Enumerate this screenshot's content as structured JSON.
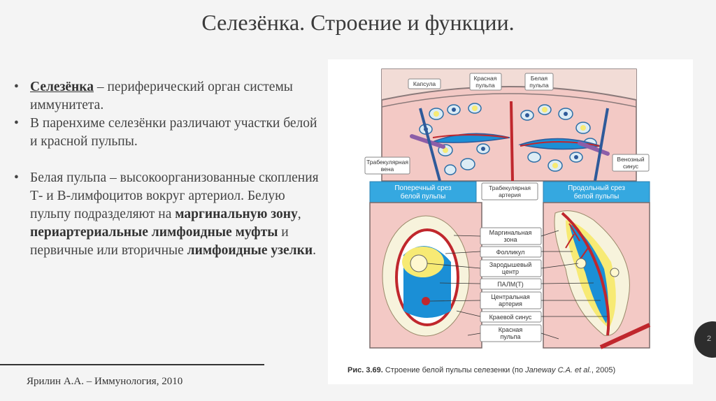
{
  "title": "Селезёнка. Строение и функции.",
  "bullets": {
    "b1_term": "Селезёнка",
    "b1_rest": " – периферический орган системы иммунитета.",
    "b2": "В паренхиме селезёнки различают участки белой и красной пульпы.",
    "b3_a": "Белая пульпа – высокоорганизованные скопления Т- и В-лимфоцитов вокруг артериол. Белую пульпу подразделяют на ",
    "b3_b1": "маргинальную зону",
    "b3_c": ", ",
    "b3_b2": "периартериальные лимфоидные муфты",
    "b3_d": " и первичные или вторичные ",
    "b3_b3": "лимфоидные узелки",
    "b3_e": "."
  },
  "reference": "Ярилин А.А. – Иммунология, 2010",
  "page_number": "2",
  "figure": {
    "labels": {
      "capsule": "Капсула",
      "red_pulp_1": "Красная",
      "red_pulp_2": "пульпа",
      "white_pulp_1": "Белая",
      "white_pulp_2": "пульпа",
      "trab_vein_1": "Трабекулярная",
      "trab_vein_2": "вена",
      "venous_sinus_1": "Венозный",
      "venous_sinus_2": "синус",
      "trab_artery_1": "Трабекулярная",
      "trab_artery_2": "артерия",
      "cross_1": "Поперечный срез",
      "cross_2": "белой пульпы",
      "long_1": "Продольный срез",
      "long_2": "белой пульпы",
      "marginal_1": "Маргинальная",
      "marginal_2": "зона",
      "follicle": "Фолликул",
      "germinal_1": "Зародышевый",
      "germinal_2": "центр",
      "palm": "ПАЛМ(Т)",
      "central_1": "Центральная",
      "central_2": "артерия",
      "marginal_sinus": "Краевой синус",
      "red_pulp_b1": "Красная",
      "red_pulp_b2": "пульпа"
    },
    "caption_label": "Рис. 3.69.",
    "caption_text": " Строение белой пульпы селезенки (по ",
    "caption_author": "Janeway C.A. et al.",
    "caption_end": ", 2005)"
  },
  "colors": {
    "red_pulp_fill": "#f3c9c5",
    "capsule_fill": "#f2dcd6",
    "header_blue": "#35a8e0",
    "artery_red": "#c0272d",
    "vein_blue": "#2e5a9a",
    "follicle_yellow": "#f7ea74",
    "palm_blue": "#1b8fd6"
  }
}
